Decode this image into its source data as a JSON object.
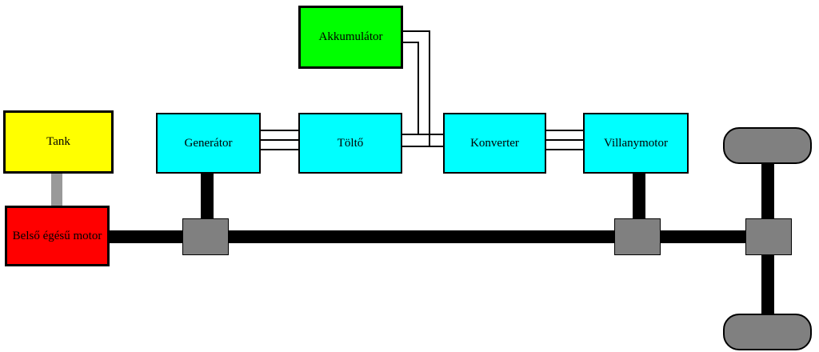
{
  "diagram": {
    "kind": "series-hybrid-drivetrain",
    "nodes": [
      {
        "id": "tank",
        "label": "Tank",
        "fill": "#ffff00"
      },
      {
        "id": "akkumulator",
        "label": "Akkumulátor",
        "fill": "#00ff00"
      },
      {
        "id": "generator",
        "label": "Generátor",
        "fill": "#00ffff"
      },
      {
        "id": "tolto",
        "label": "Töltő",
        "fill": "#00ffff"
      },
      {
        "id": "konverter",
        "label": "Konverter",
        "fill": "#00ffff"
      },
      {
        "id": "villanymotor",
        "label": "Villanymotor",
        "fill": "#00ffff"
      },
      {
        "id": "belso-egesu-motor",
        "label": "Belső égésű motor",
        "fill": "#ff0000"
      }
    ],
    "connections": [
      {
        "from": "Tank",
        "to": "Belső égésű motor",
        "type": "fuel-line",
        "wires": 1
      },
      {
        "from": "Belső égésű motor",
        "to": "coupling-1",
        "type": "mechanical-shaft",
        "wires": 1
      },
      {
        "from": "Generátor",
        "to": "coupling-1",
        "type": "mechanical-shaft",
        "wires": 1
      },
      {
        "from": "Generátor",
        "to": "Töltő",
        "type": "electric",
        "wires": 3
      },
      {
        "from": "Akkumulátor",
        "to": "Töltő–Konverter bus",
        "type": "electric",
        "wires": 2
      },
      {
        "from": "Töltő",
        "to": "Konverter",
        "type": "electric",
        "wires": 2
      },
      {
        "from": "Konverter",
        "to": "Villanymotor",
        "type": "electric",
        "wires": 3
      },
      {
        "from": "Villanymotor",
        "to": "coupling-2",
        "type": "mechanical-shaft",
        "wires": 1
      },
      {
        "from": "coupling-1",
        "to": "coupling-2",
        "type": "mechanical-shaft",
        "wires": 1
      },
      {
        "from": "coupling-2",
        "to": "differential",
        "type": "mechanical-shaft",
        "wires": 1
      },
      {
        "from": "differential",
        "to": "wheels",
        "type": "axle",
        "wires": 1
      }
    ],
    "colors": {
      "background": "#ffffff",
      "box_border": "#000000",
      "wire": "#000000",
      "shaft": "#000000",
      "fuel_line": "#999999",
      "coupling_fill": "#808080",
      "wheel_fill": "#808080",
      "label_text": "#000000"
    }
  }
}
